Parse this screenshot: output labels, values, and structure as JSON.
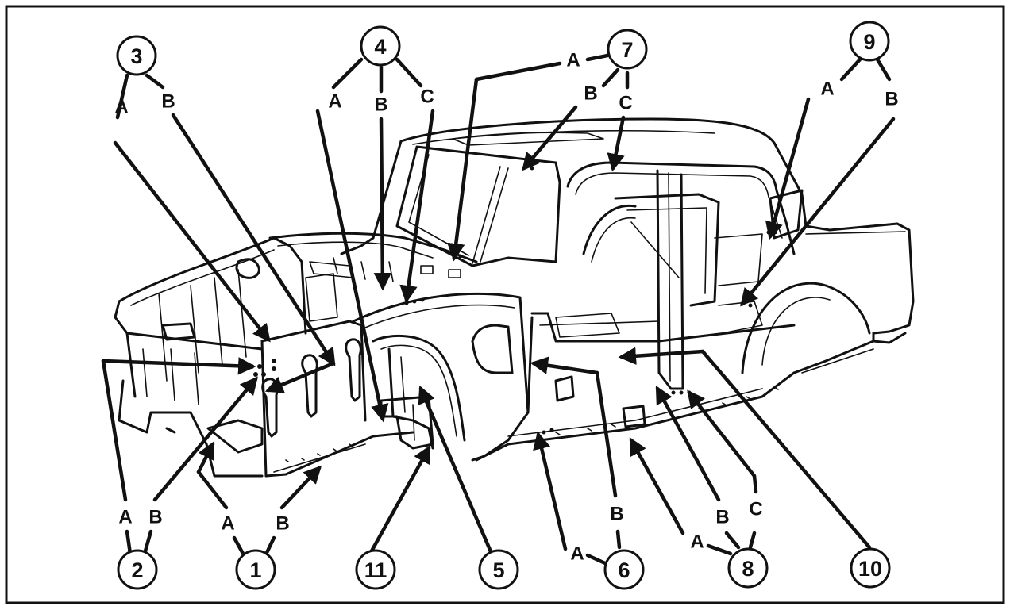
{
  "diagram": {
    "callouts": [
      {
        "id": "c1",
        "label": "1",
        "parts": [
          "A",
          "B"
        ]
      },
      {
        "id": "c2",
        "label": "2",
        "parts": [
          "A",
          "B"
        ]
      },
      {
        "id": "c3",
        "label": "3",
        "parts": [
          "A",
          "B"
        ]
      },
      {
        "id": "c4",
        "label": "4",
        "parts": [
          "A",
          "B",
          "C"
        ]
      },
      {
        "id": "c5",
        "label": "5",
        "parts": []
      },
      {
        "id": "c6",
        "label": "6",
        "parts": [
          "A",
          "B"
        ]
      },
      {
        "id": "c7",
        "label": "7",
        "parts": [
          "A",
          "B",
          "C"
        ]
      },
      {
        "id": "c8",
        "label": "8",
        "parts": [
          "A",
          "B",
          "C"
        ]
      },
      {
        "id": "c9",
        "label": "9",
        "parts": [
          "A",
          "B"
        ]
      },
      {
        "id": "c10",
        "label": "10",
        "parts": []
      },
      {
        "id": "c11",
        "label": "11",
        "parts": []
      }
    ],
    "colors": {
      "ink": "#111111",
      "paper": "#ffffff"
    }
  }
}
